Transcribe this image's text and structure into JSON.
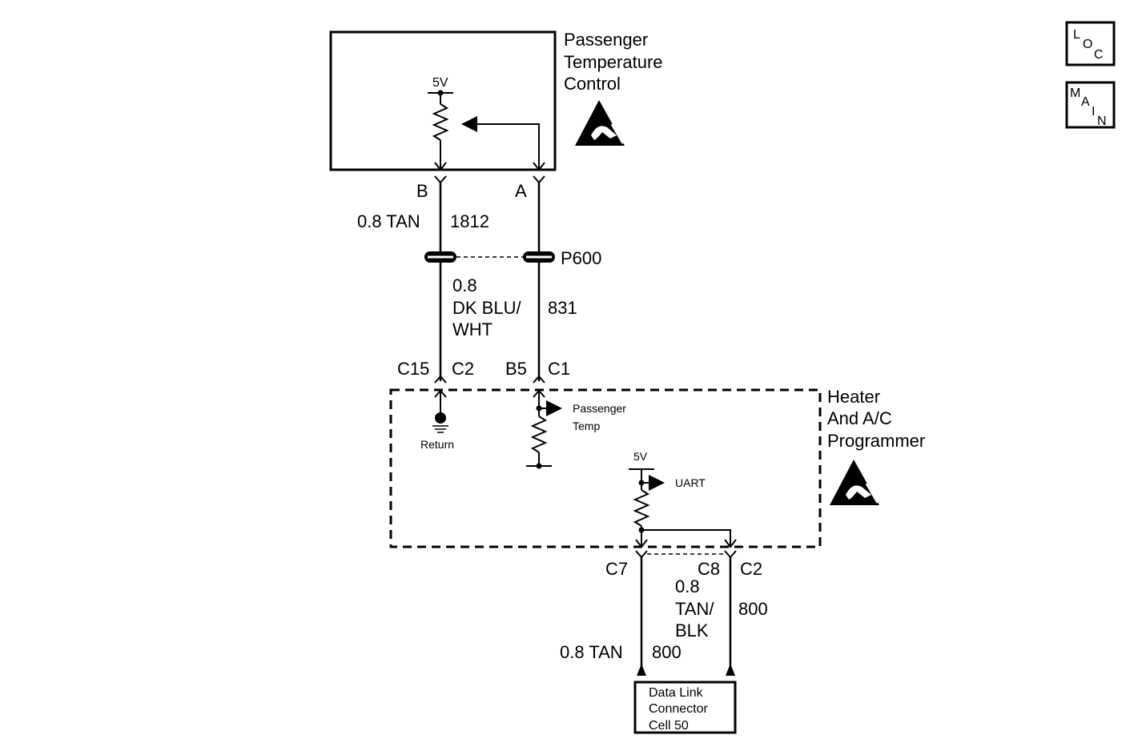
{
  "ptc": {
    "title_lines": [
      "Passenger",
      "Temperature",
      "Control"
    ],
    "supply": "5V",
    "pin_b": "B",
    "pin_a": "A"
  },
  "wires": {
    "left_upper": {
      "gauge_color": "0.8 TAN",
      "circuit": "1812"
    },
    "splice": "P600",
    "left_lower": {
      "lines": [
        "0.8",
        "DK BLU/",
        "WHT"
      ]
    },
    "right_upper": {
      "circuit": "831"
    }
  },
  "connector_pins": {
    "c15": "C15",
    "c2_left": "C2",
    "b5": "B5",
    "c1": "C1",
    "c7": "C7",
    "c8": "C8",
    "c2_right": "C2"
  },
  "hvac": {
    "title_lines": [
      "Heater",
      "And A/C",
      "Programmer"
    ],
    "return_label": "Return",
    "passenger_temp_lines": [
      "Passenger",
      "Temp"
    ],
    "supply": "5V",
    "uart": "UART"
  },
  "bottom_wires": {
    "left": {
      "gauge_color": "0.8 TAN",
      "circuit": "800"
    },
    "right": {
      "lines": [
        "0.8",
        "TAN/",
        "BLK"
      ],
      "circuit": "800"
    }
  },
  "dlc": {
    "lines": [
      "Data Link",
      "Connector",
      "Cell 50"
    ]
  },
  "nav": {
    "loc": [
      "L",
      "O",
      "C"
    ],
    "main": [
      "M",
      "A",
      "I",
      "N"
    ]
  }
}
